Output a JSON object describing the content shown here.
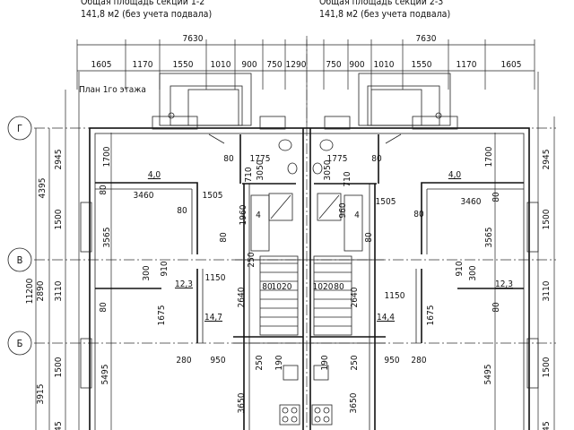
{
  "titles": {
    "left_line1": "Общая площадь секции 1-2",
    "left_line2": "141,8 м2 (без учета подвала)",
    "right_line1": "Общая площадь секции 2-3",
    "right_line2": "141,8 м2 (без учета подвала)"
  },
  "plan_label": "План 1го этажа",
  "axes": [
    "Г",
    "В",
    "Б"
  ],
  "dims": {
    "top_total": [
      "7630",
      "7630"
    ],
    "top_row": [
      "1605",
      "1170",
      "1550",
      "1010",
      "900",
      "750",
      "1290",
      "750",
      "900",
      "1010",
      "1550",
      "1170",
      "1605"
    ],
    "left": [
      "2945",
      "4395",
      "1500",
      "1700",
      "3565",
      "80",
      "3460",
      "1505",
      "80",
      "80",
      "1775",
      "3050",
      "710",
      "1960",
      "4",
      "80",
      "300",
      "910",
      "1150",
      "80",
      "1020",
      "2640",
      "1675",
      "80",
      "11200",
      "2890",
      "3110",
      "280",
      "950",
      "250",
      "190",
      "1500",
      "5495",
      "3915",
      "3650",
      "45",
      "250"
    ],
    "right": [
      "2945",
      "1500",
      "1700",
      "3565",
      "80",
      "3460",
      "1505",
      "80",
      "80",
      "1775",
      "3050",
      "710",
      "960",
      "4",
      "80",
      "300",
      "910",
      "1150",
      "1020",
      "80",
      "2640",
      "1675",
      "80",
      "3110",
      "950",
      "280",
      "250",
      "190",
      "1500",
      "5495",
      "3650",
      "45"
    ]
  },
  "areas": [
    "4,0",
    "12,3",
    "14,7",
    "4,0",
    "12,3",
    "14,4"
  ]
}
